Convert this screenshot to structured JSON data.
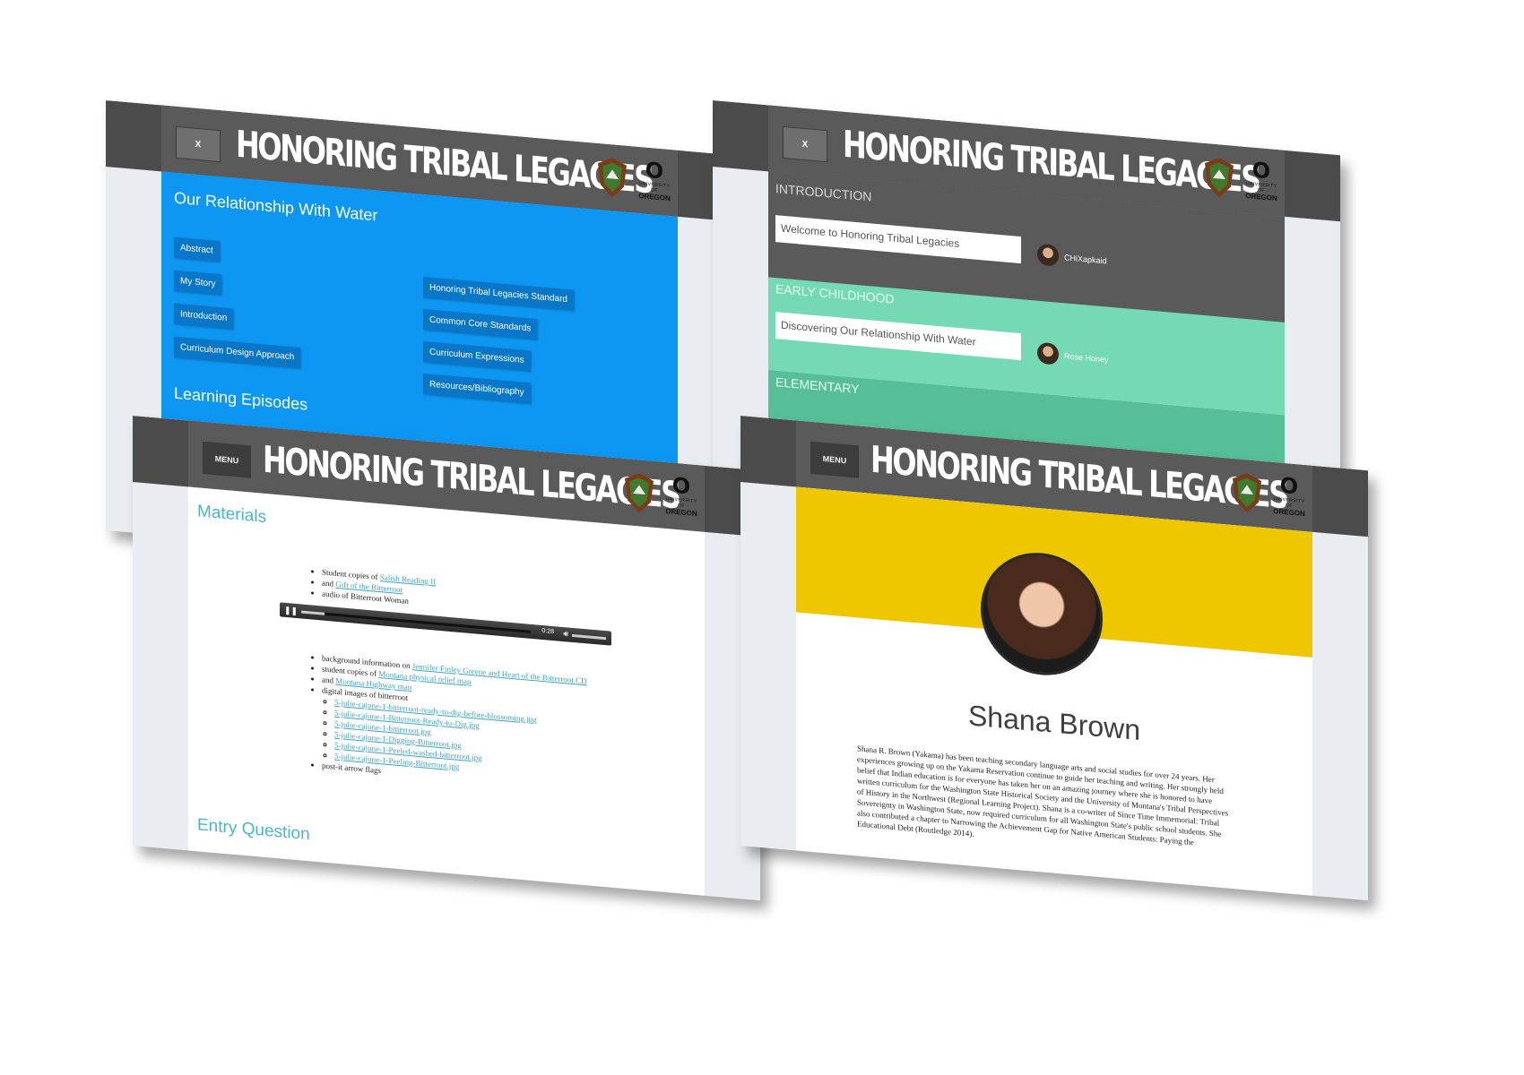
{
  "header": {
    "title": "HONORING TRIBAL LEGACIES",
    "close_label": "X",
    "menu_label": "MENU",
    "uo_small": "UNIVERSITY OF",
    "uo_name": "OREGON",
    "uo_letter": "O"
  },
  "screen1": {
    "section_title": "Our Relationship With Water",
    "left_links": [
      "Abstract",
      "My Story",
      "Introduction",
      "Curriculum Design Approach"
    ],
    "right_links": [
      "Honoring Tribal Legacies Standard",
      "Common Core Standards",
      "Curriculum Expressions",
      "Resources/Bibliography"
    ],
    "episodes_title": "Learning Episodes"
  },
  "screen2": {
    "intro_label": "INTRODUCTION",
    "intro_item": "Welcome to Honoring Tribal Legacies",
    "intro_author": "CHiXapkaid",
    "early_label": "EARLY CHILDHOOD",
    "early_item": "Discovering Our Relationship With Water",
    "early_author": "Rose Honey",
    "elem_label": "ELEMENTARY",
    "colors": {
      "green": "#75d9b4",
      "green_dark": "#56bf98"
    }
  },
  "screen3": {
    "materials_title": "Materials",
    "items_a": [
      {
        "prefix": "Student copies of ",
        "link": "Salish Reading II"
      },
      {
        "prefix": "and ",
        "link": "Gift of the Bitterroot"
      },
      {
        "prefix": "audio of Bitterroot Woman",
        "link": ""
      }
    ],
    "player_time": "0:28",
    "items_b": [
      {
        "prefix": "background information on ",
        "link": "Jennifer Finley Greene and Heart of the Bitterroot CD"
      },
      {
        "prefix": "student copies of ",
        "link": "Montana physical relief map"
      },
      {
        "prefix": "and ",
        "link": "Montana Highway map"
      },
      {
        "prefix": "digital images of bitterroot",
        "link": ""
      }
    ],
    "images": [
      "5-julie-cajune-1-bitterroot-ready-to-dig-before-blossoming.jpg",
      "5-julie-cajune-1-Bitterroot-Ready-to-Dig.jpg",
      "5-julie-cajune-1-bitterroot.jpg",
      "5-julie-cajune-1-Digging-Bitterroot.jpg",
      "5-julie-cajune-1-Peeled-washed-bitterroot.jpg",
      "5-julie-cajune-1-Peeling-Bitterroot.jpg"
    ],
    "last_item": "post-it arrow flags",
    "entry_title": "Entry Question",
    "player_progress": 0.1
  },
  "screen4": {
    "name": "Shana Brown",
    "bio": "Shana R. Brown (Yakama) has been teaching secondary language arts and social studies for over 24 years. Her experiences growing up on the Yakama Reservation continue to guide her teaching and writing. Her strongly held belief that Indian education is for everyone has taken her on an amazing journey where she is honored to have written curriculum for the Washington State Historical Society and the University of Montana's Tribal Perspectives of History in the Northwest (Regional Learning Project). Shana is a co-writer of Since Time Immemorial: Tribal Sovereignty in Washington State, now required curriculum for all Washington State's public school students. She also contributed a chapter to Narrowing the Achievement Gap for Native American Students: Paying the Educational Debt (Routledge 2014)."
  }
}
